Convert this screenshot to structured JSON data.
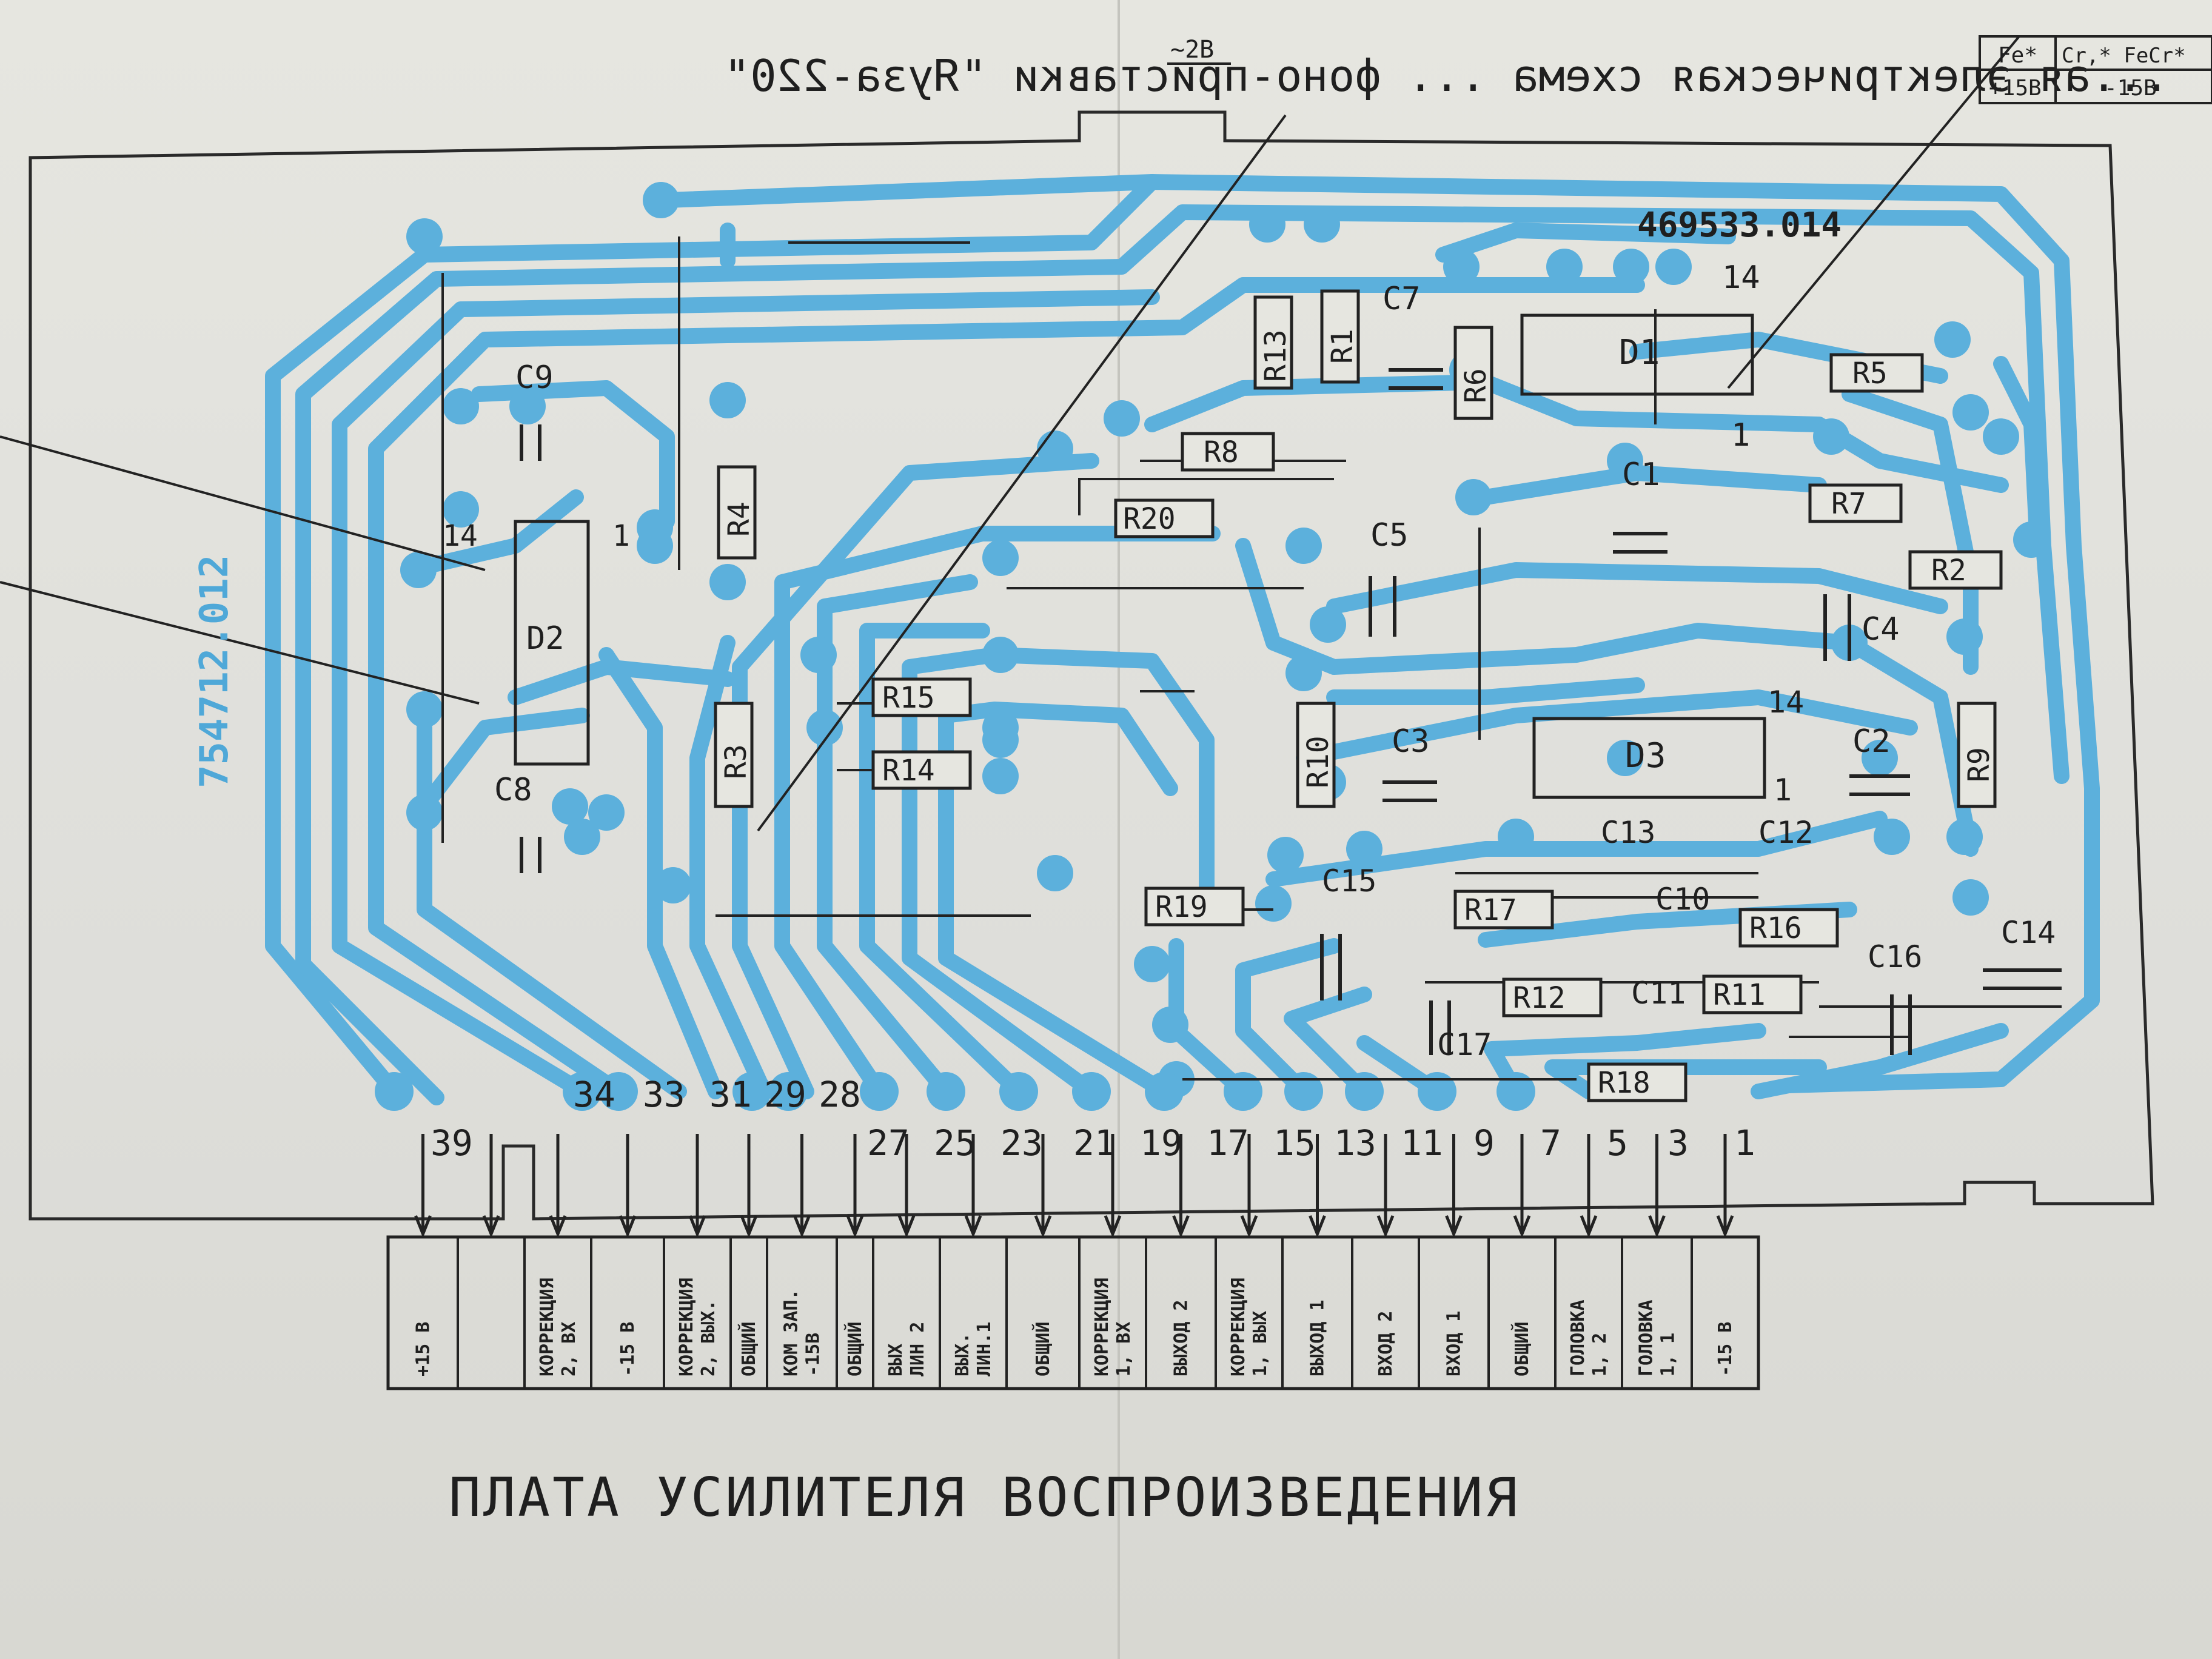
{
  "board_title": "ПЛАТА УСИЛИТЕЛЯ ВОСПРОИЗВЕДЕНИЯ",
  "doc_number_top": "469533.014",
  "doc_number_side": "754712.012",
  "header_fragment": "...ая электрическая схема ... фоно-приставки \"Яуза-220\"",
  "voltage_note": "~2В",
  "tape_table": {
    "h1": "Fe*",
    "h2": "Cr,* FeCr*",
    "v1": "+15В",
    "v2": "-15В"
  },
  "components": {
    "d1": "D1",
    "d2": "D2",
    "d3": "D3",
    "r1": "R1",
    "r2": "R2",
    "r3": "R3",
    "r4": "R4",
    "r5": "R5",
    "r6": "R6",
    "r7": "R7",
    "r8": "R8",
    "r9": "R9",
    "r10": "R10",
    "r11": "R11",
    "r12": "R12",
    "r13": "R13",
    "r14": "R14",
    "r15": "R15",
    "r16": "R16",
    "r17": "R17",
    "r18": "R18",
    "r19": "R19",
    "r20": "R20",
    "c1": "C1",
    "c2": "C2",
    "c3": "C3",
    "c4": "C4",
    "c5": "C5",
    "c7": "C7",
    "c8": "C8",
    "c9": "C9",
    "c10": "C10",
    "c11": "C11",
    "c12": "C12",
    "c13": "C13",
    "c14": "C14",
    "c15": "C15",
    "c16": "C16",
    "c17": "C17"
  },
  "pin_marks": {
    "d1_14": "14",
    "d1_1": "1",
    "d2_14": "14",
    "d2_1": "1",
    "d3_14": "14",
    "d3_1": "1"
  },
  "connector_pins": [
    "39",
    "34",
    "33",
    "31",
    "29",
    "28",
    "27",
    "25",
    "23",
    "21",
    "19",
    "17",
    "15",
    "13",
    "11",
    "9",
    "7",
    "5",
    "3",
    "1"
  ],
  "connector_labels": [
    [
      "+15 В"
    ],
    [
      ""
    ],
    [
      "КОРРЕКЦИЯ",
      "2, ВХ"
    ],
    [
      "-15 В"
    ],
    [
      "КОРРЕКЦИЯ",
      "2, ВЫХ."
    ],
    [
      "ОБЩИЙ"
    ],
    [
      "КОМ ЗАП.",
      "-15В"
    ],
    [
      "ОБЩИЙ"
    ],
    [
      "ВЫХ",
      "ЛИН 2"
    ],
    [
      "ВЫХ.",
      "ЛИН.1"
    ],
    [
      "ОБЩИЙ"
    ],
    [
      "КОРРЕКЦИЯ",
      "1, ВХ"
    ],
    [
      "ВЫХОД 2"
    ],
    [
      "КОРРЕКЦИЯ",
      "1, ВЫХ"
    ],
    [
      "ВЫХОД 1"
    ],
    [
      "ВХОД 2"
    ],
    [
      "ВХОД 1"
    ],
    [
      "ОБЩИЙ"
    ],
    [
      "ГОЛОВКА",
      "1, 2"
    ],
    [
      "ГОЛОВКА",
      "1, 1"
    ],
    [
      "-15 В"
    ]
  ],
  "colors": {
    "trace": "#5cb0dc",
    "ink": "#222222",
    "paper": "#e2e2dc"
  }
}
